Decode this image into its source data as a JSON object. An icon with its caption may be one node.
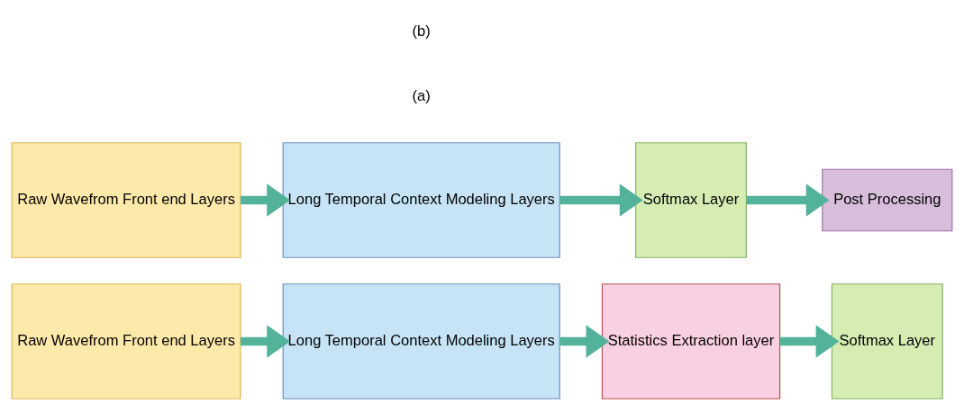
{
  "diagram": {
    "nodes": [
      {
        "text": [
          "Raw Wavefrom Front end Layers"
        ]
      },
      {
        "text": [
          "Long Temporal Context Modeling Layers"
        ]
      },
      {
        "text": [
          "Statistics Extraction layer"
        ]
      },
      {
        "text": [
          "Softmax Layer"
        ]
      },
      {
        "text": [
          "Raw Wavefrom Front end Layers"
        ]
      },
      {
        "text": [
          "Long Temporal Context Modeling Layers"
        ]
      },
      {
        "text": [
          "Softmax Layer"
        ]
      },
      {
        "text": [
          "Post Processing"
        ]
      }
    ],
    "edges": [
      {
        "from": 0,
        "to": 1,
        "arrow": "to"
      },
      {
        "from": 1,
        "to": 2,
        "arrow": "to"
      },
      {
        "from": 2,
        "to": 3,
        "arrow": "to"
      },
      {
        "from": 4,
        "to": 5,
        "arrow": "to"
      },
      {
        "from": 5,
        "to": 6,
        "arrow": "to"
      },
      {
        "from": 6,
        "to": 7,
        "arrow": "to"
      }
    ],
    "labels": [
      "(a)",
      "(b)"
    ]
  }
}
